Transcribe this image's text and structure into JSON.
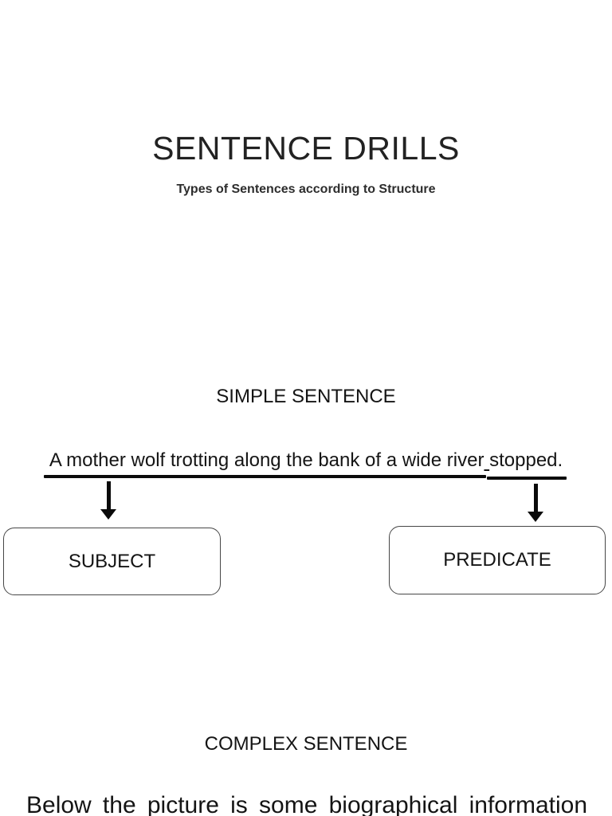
{
  "page": {
    "background": "#ffffff",
    "text_color": "#1f1f1f",
    "line_color": "#0a0a0a",
    "box_border_color": "#464646"
  },
  "title_slide": {
    "title": "SENTENCE DRILLS",
    "subtitle": "Types of Sentences according to Structure"
  },
  "simple": {
    "heading": "SIMPLE SENTENCE",
    "sentence_subject": "A mother wolf trotting along the bank of a wide river",
    "sentence_predicate": "stopped.",
    "subject_box_label": "SUBJECT",
    "predicate_box_label": "PREDICATE"
  },
  "complex": {
    "heading": "COMPLEX SENTENCE",
    "paragraph_first_line": "Below the picture is some biographical information"
  }
}
